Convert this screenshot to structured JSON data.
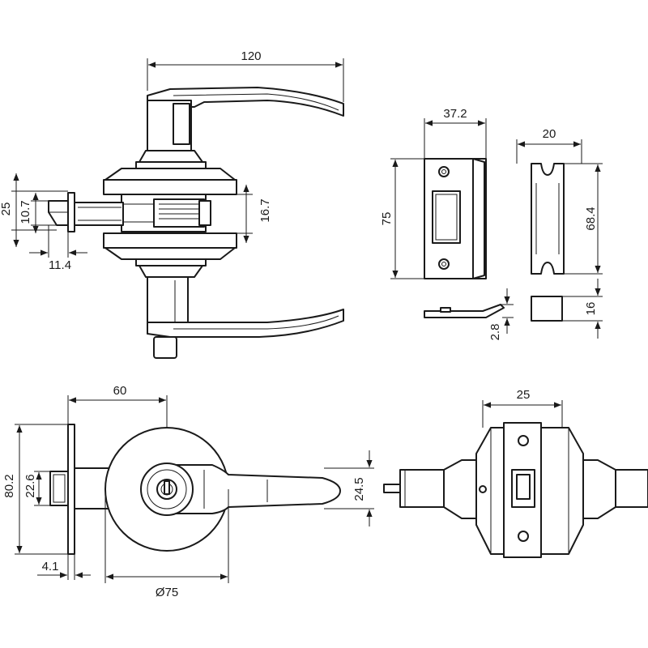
{
  "colors": {
    "line": "#1a1a1a",
    "background": "#ffffff"
  },
  "dimensions": {
    "handle_length": "120",
    "projection_total": "25",
    "projection_inner": "10.7",
    "rose_gap": "16.7",
    "latch_offset": "11.4",
    "strike_width": "37.2",
    "strike_height": "75",
    "strike_thickness": "2.8",
    "box_width": "20",
    "box_height": "68.4",
    "box_depth": "16",
    "backset": "60",
    "face_height": "80.2",
    "latch_height": "22.6",
    "handle_height": "24.5",
    "face_thickness": "4.1",
    "rose_diameter": "Ø75",
    "body_width": "25"
  }
}
